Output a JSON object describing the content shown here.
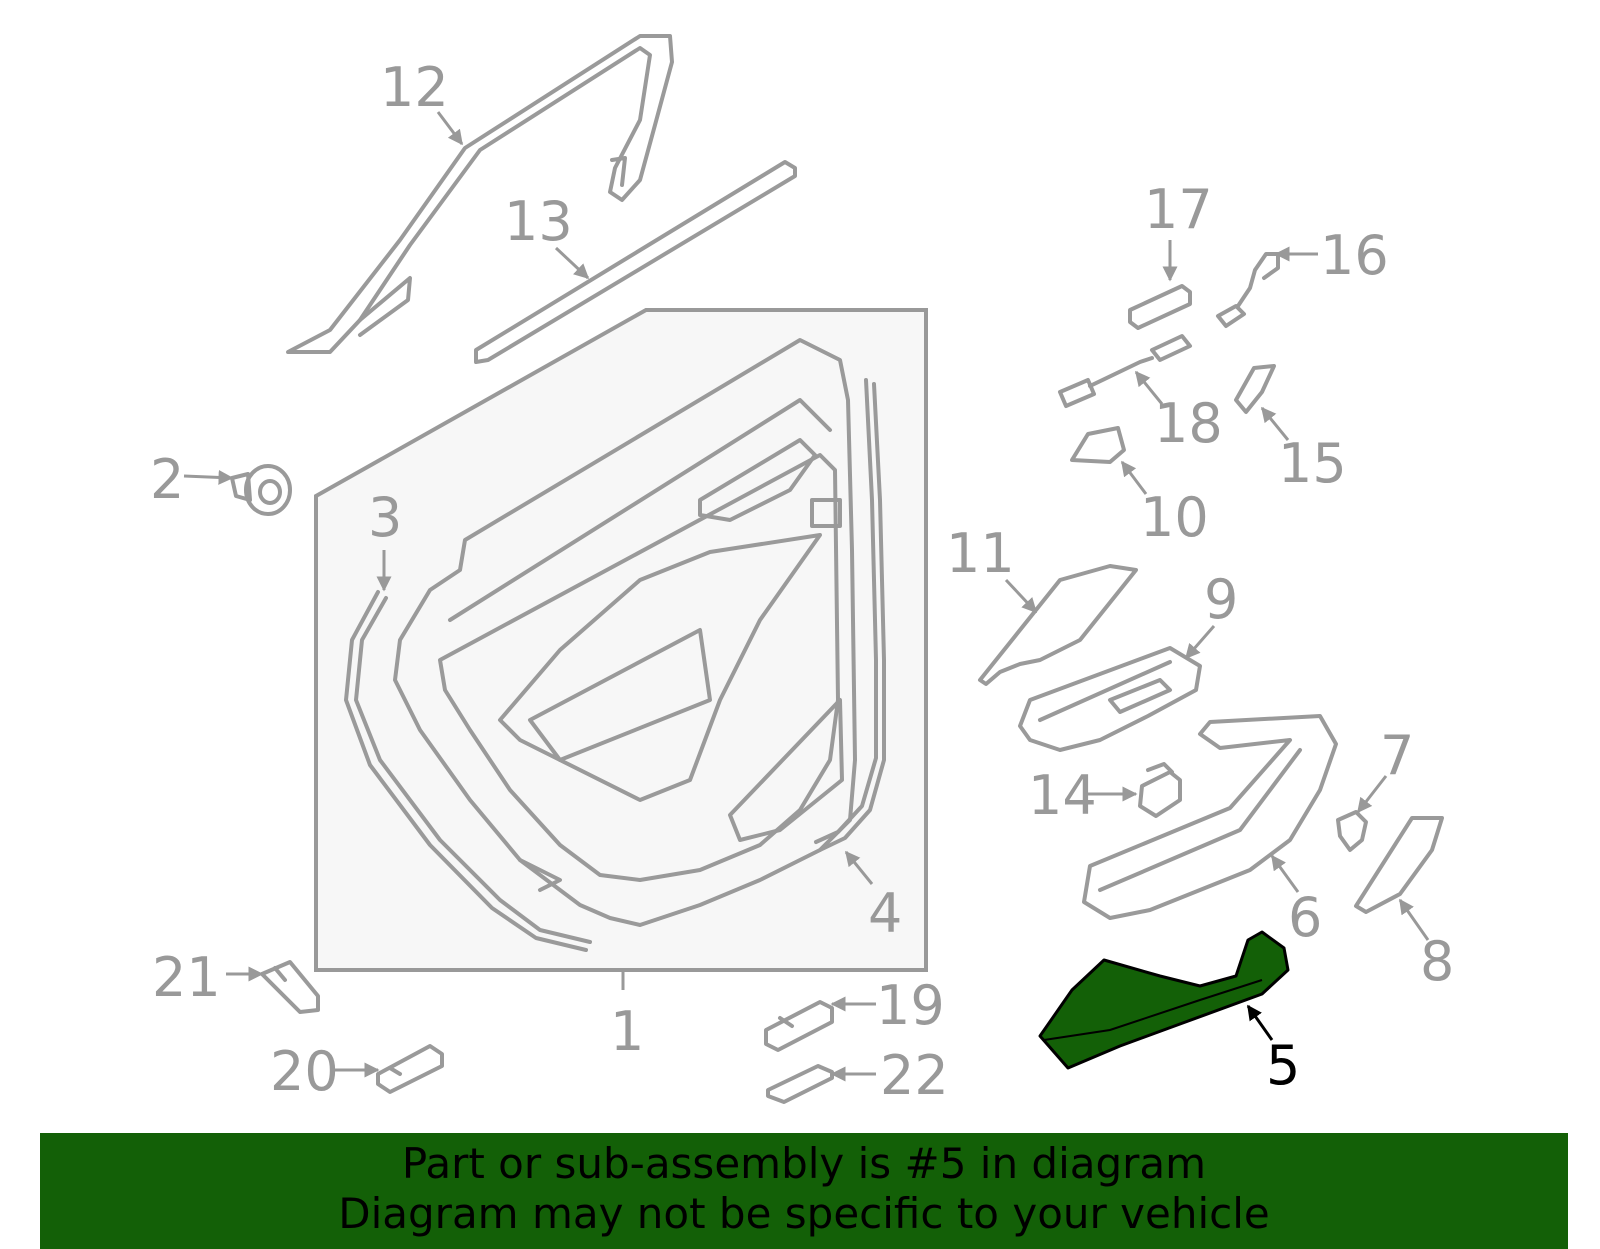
{
  "diagram": {
    "highlight_color": "#136007",
    "highlighted_part": "5",
    "callouts": [
      "1",
      "2",
      "3",
      "4",
      "5",
      "6",
      "7",
      "8",
      "9",
      "10",
      "11",
      "12",
      "13",
      "14",
      "15",
      "16",
      "17",
      "18",
      "19",
      "20",
      "21",
      "22"
    ]
  },
  "banner": {
    "line1": "Part or sub-assembly is #5 in diagram",
    "line2": "Diagram may not be specific to your vehicle",
    "background": "#136007"
  }
}
